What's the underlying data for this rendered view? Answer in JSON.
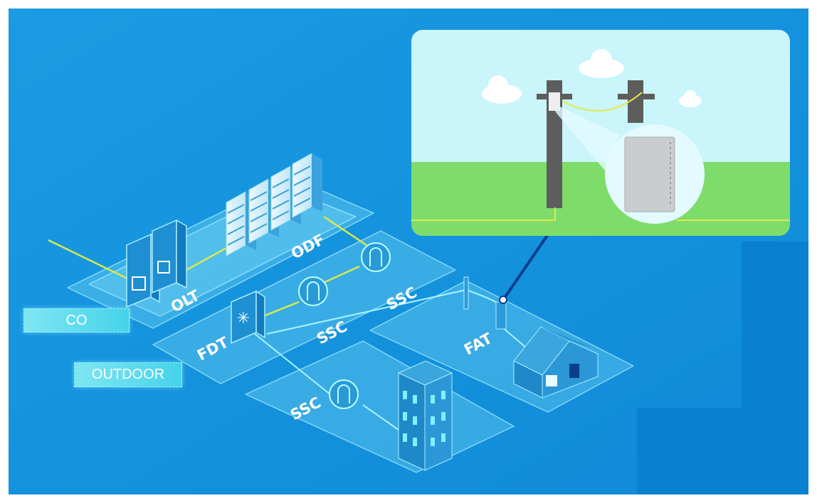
{
  "zones": {
    "co": "CO",
    "outdoor": "OUTDOOR"
  },
  "labels": {
    "olt": "OLT",
    "odf": "ODF",
    "fdt": "FDT",
    "ssc_1": "SSC",
    "ssc_2": "SSC",
    "ssc_3": "SSC",
    "fat": "FAT"
  },
  "colors": {
    "background": "#1497e0",
    "platform": "#7fdcf5",
    "fiber": "#d8e94a",
    "sky": "#c9f5fb",
    "grass": "#7ddc6a",
    "pole": "#5d5d5d"
  }
}
